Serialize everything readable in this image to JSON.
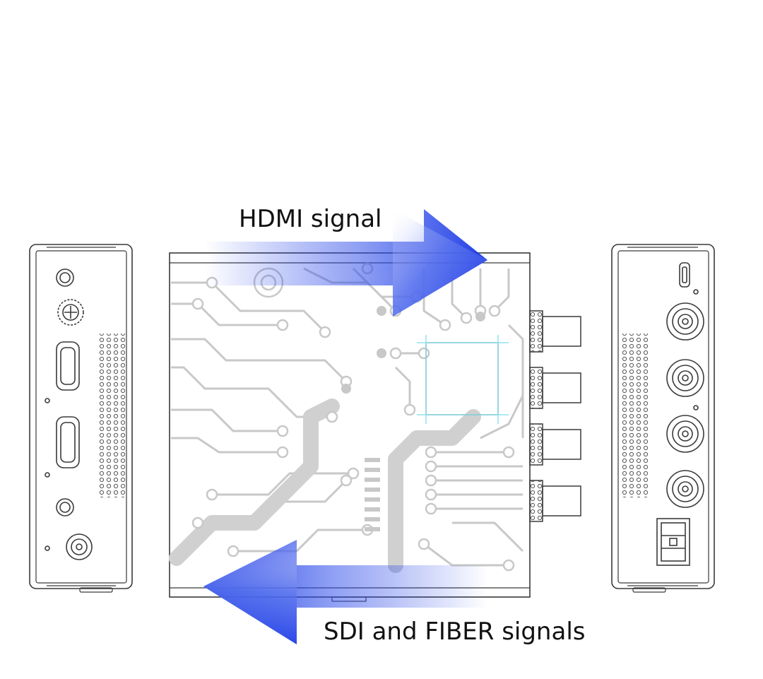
{
  "labels": {
    "hdmi_signal": "HDMI signal",
    "sdi_fiber_signals": "SDI and FIBER signals"
  },
  "colors": {
    "arrow_blue": "#1f3de6",
    "line_art": "#3a3a3a",
    "circuit_gray": "#c8c8c8",
    "chip_outline": "#8fe3f0"
  },
  "diagram": {
    "left_panel_ports": [
      "audio-jack",
      "dip-switch",
      "hdmi-port",
      "hdmi-port",
      "audio-jack",
      "power-jack"
    ],
    "right_panel_ports": [
      "micro-usb-port",
      "bnc-connector",
      "bnc-connector",
      "bnc-connector",
      "bnc-connector",
      "sfp-fiber-cage"
    ],
    "top_view_connectors": [
      "bnc-connector",
      "bnc-connector",
      "bnc-connector",
      "bnc-connector"
    ],
    "arrow_directions": {
      "hdmi_signal": "right",
      "sdi_fiber_signals": "left"
    }
  }
}
